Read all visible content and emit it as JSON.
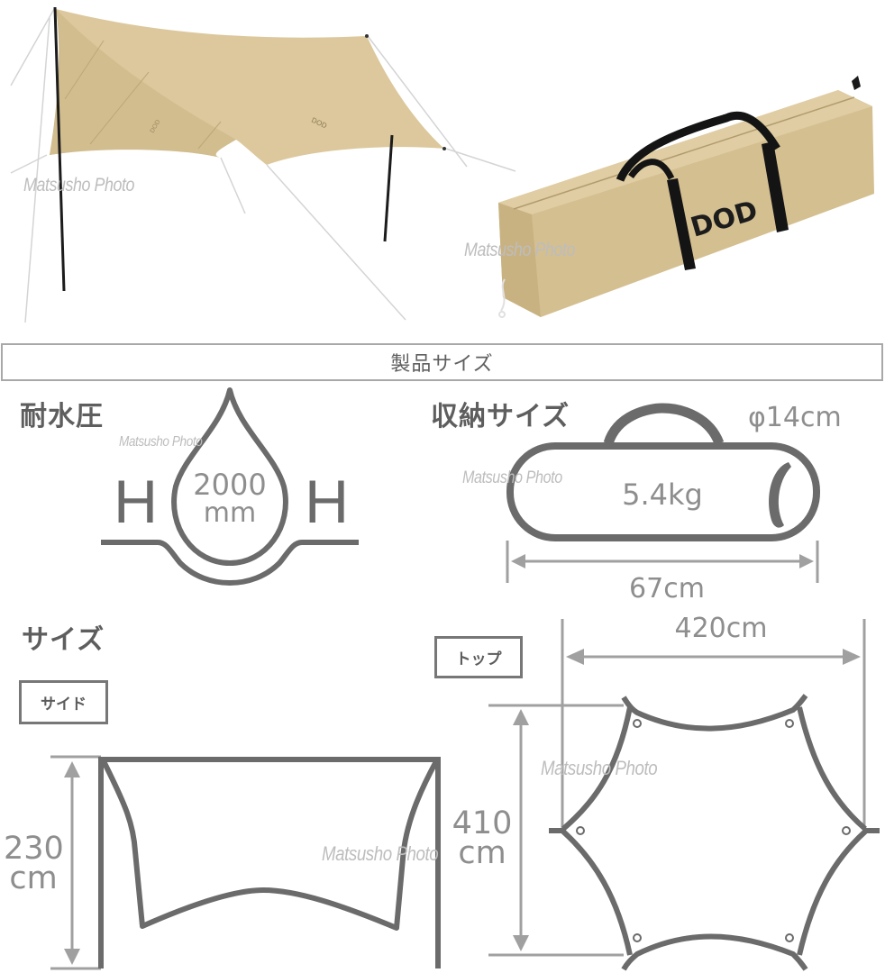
{
  "photos": {
    "tarp_photo": {
      "label": "tarp-pitched-photo",
      "fabric_color": "#d8c49a",
      "pole_color": "#1e1e1e"
    },
    "bag_photo": {
      "brand_logo": "DOD",
      "fabric_color": "#d3be8e",
      "strap_color": "#151515"
    },
    "watermarks": [
      "Matsusho Photo",
      "Matsusho Photo",
      "Matsusho Photo",
      "Matsusho Photo",
      "Matsusho Photo",
      "Matsusho Photo"
    ]
  },
  "banner": {
    "title": "製品サイズ"
  },
  "water_pressure": {
    "heading": "耐水圧",
    "value": "2000",
    "unit": "mm",
    "left_letter": "H",
    "right_letter": "H"
  },
  "storage": {
    "heading": "収納サイズ",
    "diameter": "φ14cm",
    "weight": "5.4kg",
    "length": "67cm"
  },
  "size": {
    "heading": "サイズ",
    "side": {
      "tag": "サイド",
      "height_value": "230",
      "height_unit": "cm"
    },
    "top": {
      "tag": "トップ",
      "width": "420cm",
      "depth_value": "410",
      "depth_unit": "cm"
    }
  },
  "colors": {
    "diagram_stroke": "#6b6b6b",
    "dimension_line": "#a0a0a0",
    "banner_border": "#a8a8a8"
  }
}
